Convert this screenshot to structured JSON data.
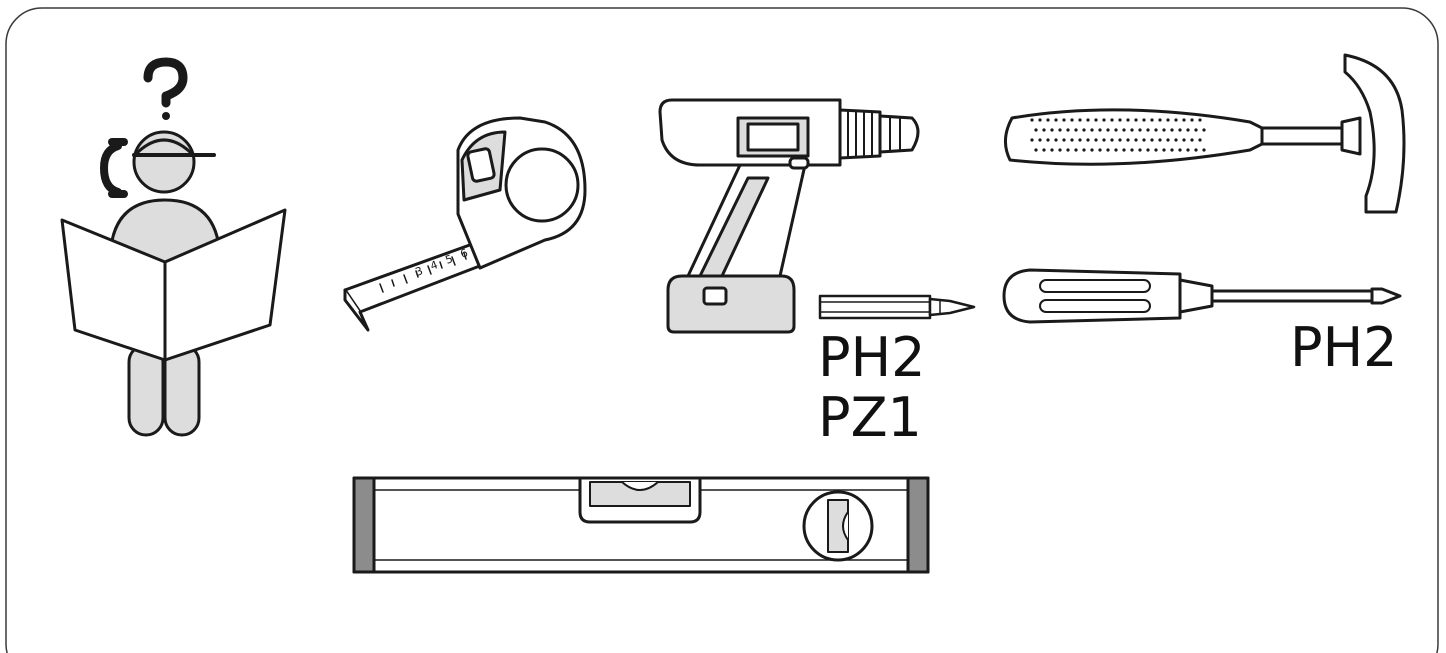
{
  "figure": {
    "kind": "assembly-tools-required",
    "icons": {
      "helper": "person-reading-instructions-icon",
      "question": "question-mark-icon",
      "phone": "phone-handset-icon",
      "tape": "tape-measure-icon",
      "drill": "cordless-drill-icon",
      "bit": "screwdriver-bit-icon",
      "hammer": "claw-hammer-icon",
      "screwdriver": "phillips-screwdriver-icon",
      "level": "spirit-level-icon"
    },
    "tape_marks": [
      "6",
      "5",
      "4",
      "3"
    ],
    "labels": {
      "bit_line1": "PH2",
      "bit_line2": "PZ1",
      "screwdriver": "PH2"
    },
    "colors": {
      "stroke": "#1a1a1a",
      "fill_grey": "#dddddd",
      "end_cap": "#8c8c8c",
      "frame": "#3a3a3a"
    }
  }
}
